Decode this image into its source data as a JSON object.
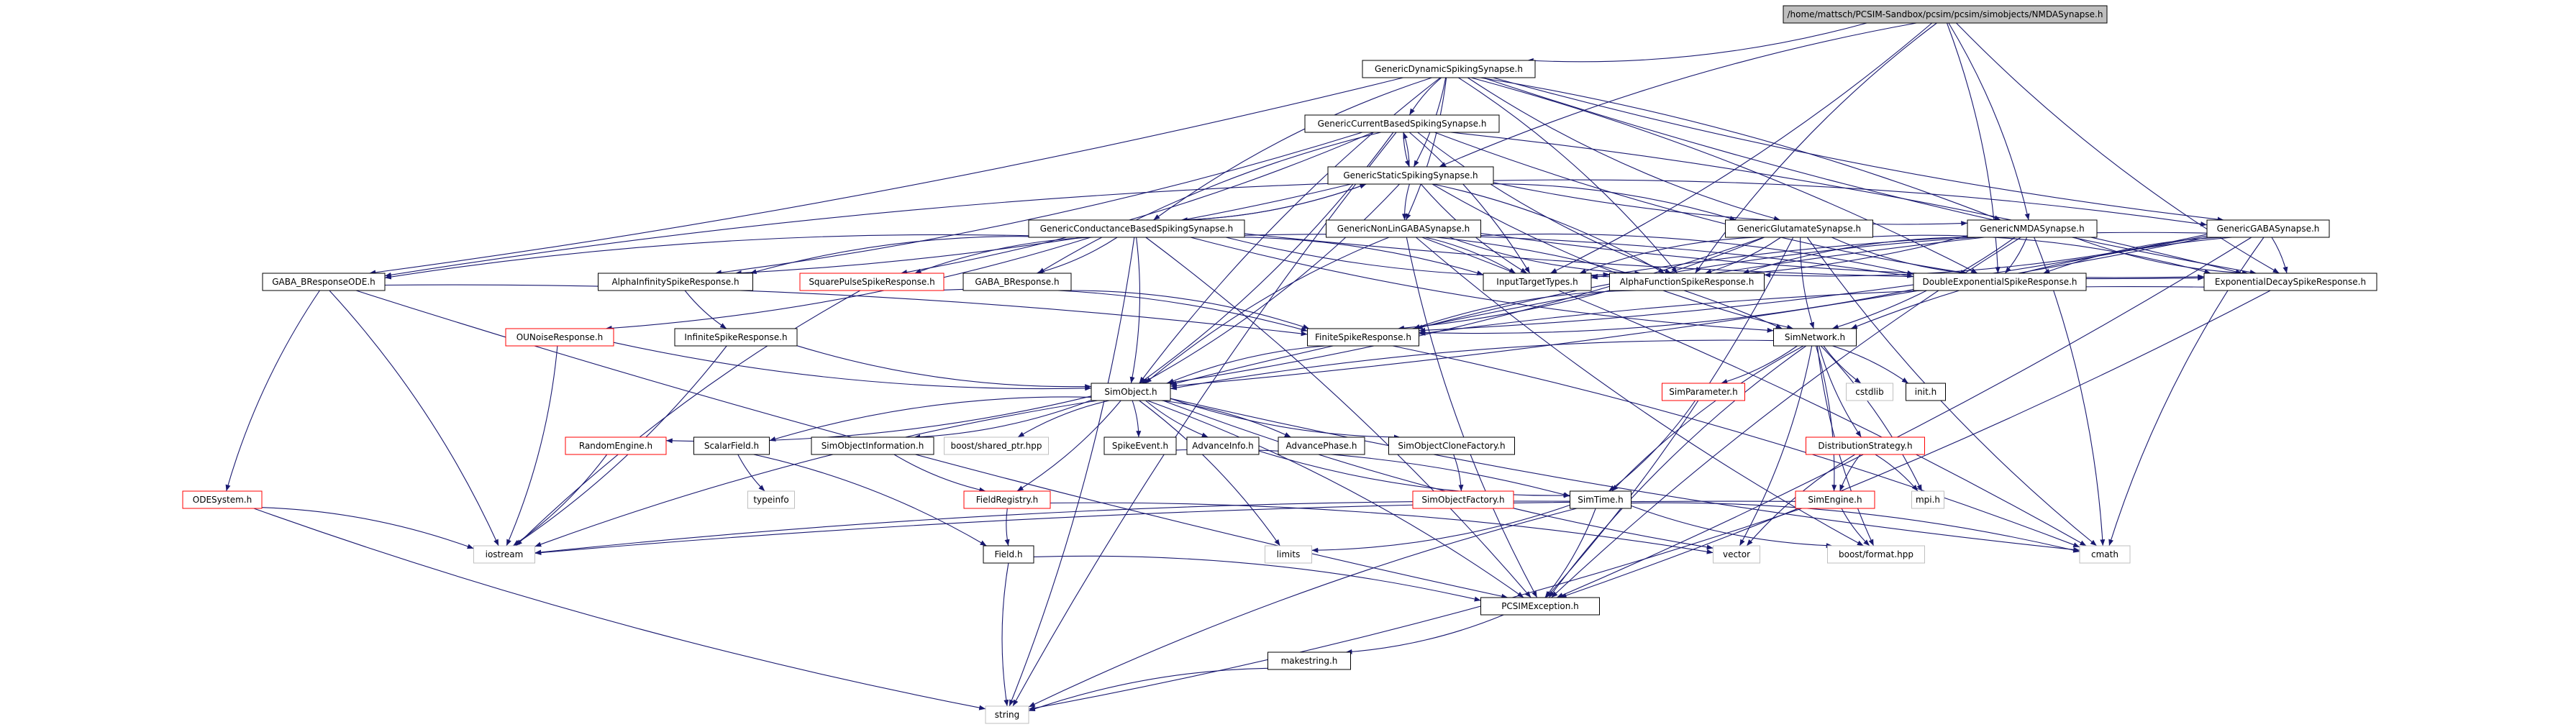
{
  "nodes": [
    {
      "id": "root",
      "label": "/home/mattsch/PCSIM-Sandbox/pcsim/pcsim/simobjects/NMDASynapse.h",
      "kind": "root"
    },
    {
      "id": "gdss",
      "label": "GenericDynamicSpikingSynapse.h",
      "kind": "normal"
    },
    {
      "id": "gcbss",
      "label": "GenericCurrentBasedSpikingSynapse.h",
      "kind": "normal"
    },
    {
      "id": "gsss",
      "label": "GenericStaticSpikingSynapse.h",
      "kind": "normal"
    },
    {
      "id": "gcondbss",
      "label": "GenericConductanceBasedSpikingSynapse.h",
      "kind": "normal"
    },
    {
      "id": "gnlg",
      "label": "GenericNonLinGABASynapse.h",
      "kind": "normal"
    },
    {
      "id": "gglu",
      "label": "GenericGlutamateSynapse.h",
      "kind": "normal"
    },
    {
      "id": "gnmda",
      "label": "GenericNMDASynapse.h",
      "kind": "normal"
    },
    {
      "id": "ggaba",
      "label": "GenericGABASynapse.h",
      "kind": "normal"
    },
    {
      "id": "gababode",
      "label": "GABA_BResponseODE.h",
      "kind": "normal"
    },
    {
      "id": "alphainf",
      "label": "AlphaInfinitySpikeResponse.h",
      "kind": "normal"
    },
    {
      "id": "sqpulse",
      "label": "SquarePulseSpikeResponse.h",
      "kind": "red"
    },
    {
      "id": "gababresp",
      "label": "GABA_BResponse.h",
      "kind": "normal"
    },
    {
      "id": "inputtt",
      "label": "InputTargetTypes.h",
      "kind": "normal"
    },
    {
      "id": "alphafn",
      "label": "AlphaFunctionSpikeResponse.h",
      "kind": "normal"
    },
    {
      "id": "dblexp",
      "label": "DoubleExponentialSpikeResponse.h",
      "kind": "normal"
    },
    {
      "id": "expdecay",
      "label": "ExponentialDecaySpikeResponse.h",
      "kind": "normal"
    },
    {
      "id": "ounoise",
      "label": "OUNoiseResponse.h",
      "kind": "red"
    },
    {
      "id": "infspike",
      "label": "InfiniteSpikeResponse.h",
      "kind": "normal"
    },
    {
      "id": "finite",
      "label": "FiniteSpikeResponse.h",
      "kind": "normal"
    },
    {
      "id": "simnet",
      "label": "SimNetwork.h",
      "kind": "normal"
    },
    {
      "id": "simobj",
      "label": "SimObject.h",
      "kind": "normal"
    },
    {
      "id": "simparam",
      "label": "SimParameter.h",
      "kind": "red"
    },
    {
      "id": "cstdlib",
      "label": "cstdlib",
      "kind": "plain"
    },
    {
      "id": "initnode",
      "label": "init.h",
      "kind": "normal"
    },
    {
      "id": "rng",
      "label": "RandomEngine.h",
      "kind": "red"
    },
    {
      "id": "scalarf",
      "label": "ScalarField.h",
      "kind": "normal"
    },
    {
      "id": "simobjinfo",
      "label": "SimObjectInformation.h",
      "kind": "normal"
    },
    {
      "id": "sharedptr",
      "label": "boost/shared_ptr.hpp",
      "kind": "plain"
    },
    {
      "id": "spikeev",
      "label": "SpikeEvent.h",
      "kind": "normal"
    },
    {
      "id": "advinfo",
      "label": "AdvanceInfo.h",
      "kind": "normal"
    },
    {
      "id": "advphase",
      "label": "AdvancePhase.h",
      "kind": "normal"
    },
    {
      "id": "clonefac",
      "label": "SimObjectCloneFactory.h",
      "kind": "normal"
    },
    {
      "id": "diststrat",
      "label": "DistributionStrategy.h",
      "kind": "red"
    },
    {
      "id": "typeinfo",
      "label": "typeinfo",
      "kind": "plain"
    },
    {
      "id": "fieldreg",
      "label": "FieldRegistry.h",
      "kind": "red"
    },
    {
      "id": "simobjfac",
      "label": "SimObjectFactory.h",
      "kind": "red"
    },
    {
      "id": "simtime",
      "label": "SimTime.h",
      "kind": "normal"
    },
    {
      "id": "simengine",
      "label": "SimEngine.h",
      "kind": "red"
    },
    {
      "id": "mpi",
      "label": "mpi.h",
      "kind": "plain"
    },
    {
      "id": "odesys",
      "label": "ODESystem.h",
      "kind": "red"
    },
    {
      "id": "iostream",
      "label": "iostream",
      "kind": "plain"
    },
    {
      "id": "field",
      "label": "Field.h",
      "kind": "normal"
    },
    {
      "id": "limits",
      "label": "limits",
      "kind": "plain"
    },
    {
      "id": "vector",
      "label": "vector",
      "kind": "plain"
    },
    {
      "id": "boostfmt",
      "label": "boost/format.hpp",
      "kind": "plain"
    },
    {
      "id": "cmath",
      "label": "cmath",
      "kind": "plain"
    },
    {
      "id": "pcsimexc",
      "label": "PCSIMException.h",
      "kind": "normal"
    },
    {
      "id": "makestr",
      "label": "makestring.h",
      "kind": "normal"
    },
    {
      "id": "string",
      "label": "string",
      "kind": "plain"
    }
  ],
  "edges": [
    [
      "root",
      "gdss"
    ],
    [
      "root",
      "gsss"
    ],
    [
      "root",
      "gnmda"
    ],
    [
      "root",
      "alphafn"
    ],
    [
      "root",
      "dblexp"
    ],
    [
      "root",
      "expdecay"
    ],
    [
      "root",
      "inputtt"
    ],
    [
      "gdss",
      "gcbss"
    ],
    [
      "gdss",
      "gsss"
    ],
    [
      "gdss",
      "gcondbss"
    ],
    [
      "gdss",
      "gnlg"
    ],
    [
      "gdss",
      "gglu"
    ],
    [
      "gdss",
      "gnmda"
    ],
    [
      "gdss",
      "ggaba"
    ],
    [
      "gdss",
      "gababode"
    ],
    [
      "gdss",
      "simobj"
    ],
    [
      "gdss",
      "alphafn"
    ],
    [
      "gdss",
      "expdecay"
    ],
    [
      "gdss",
      "dblexp"
    ],
    [
      "gcbss",
      "gsss"
    ],
    [
      "gcbss",
      "alphainf"
    ],
    [
      "gcbss",
      "gababresp"
    ],
    [
      "gcbss",
      "sqpulse"
    ],
    [
      "gcbss",
      "alphafn"
    ],
    [
      "gcbss",
      "expdecay"
    ],
    [
      "gcbss",
      "dblexp"
    ],
    [
      "gcbss",
      "simobj"
    ],
    [
      "gcbss",
      "string"
    ],
    [
      "gcbss",
      "inputtt"
    ],
    [
      "gsss",
      "gcbss"
    ],
    [
      "gsss",
      "gcondbss"
    ],
    [
      "gsss",
      "gnlg"
    ],
    [
      "gsss",
      "gglu"
    ],
    [
      "gsss",
      "gnmda"
    ],
    [
      "gsss",
      "ggaba"
    ],
    [
      "gsss",
      "simnet"
    ],
    [
      "gsss",
      "simobj"
    ],
    [
      "gsss",
      "inputtt"
    ],
    [
      "gsss",
      "alphafn"
    ],
    [
      "gsss",
      "gababode"
    ],
    [
      "gsss",
      "alphainf"
    ],
    [
      "gcondbss",
      "gsss"
    ],
    [
      "gcondbss",
      "simobj"
    ],
    [
      "gcondbss",
      "alphainf"
    ],
    [
      "gcondbss",
      "gababresp"
    ],
    [
      "gcondbss",
      "sqpulse"
    ],
    [
      "gcondbss",
      "inputtt"
    ],
    [
      "gcondbss",
      "alphafn"
    ],
    [
      "gcondbss",
      "dblexp"
    ],
    [
      "gcondbss",
      "expdecay"
    ],
    [
      "gcondbss",
      "ounoise"
    ],
    [
      "gcondbss",
      "gababode"
    ],
    [
      "gcondbss",
      "pcsimexc"
    ],
    [
      "gcondbss",
      "simnet"
    ],
    [
      "gcondbss",
      "string"
    ],
    [
      "gnlg",
      "simobj"
    ],
    [
      "gnlg",
      "inputtt"
    ],
    [
      "gnlg",
      "alphafn"
    ],
    [
      "gnlg",
      "dblexp"
    ],
    [
      "gnlg",
      "expdecay"
    ],
    [
      "gnlg",
      "simnet"
    ],
    [
      "gnlg",
      "pcsimexc"
    ],
    [
      "gnlg",
      "cmath"
    ],
    [
      "gnlg",
      "boostfmt"
    ],
    [
      "gglu",
      "simobj"
    ],
    [
      "gglu",
      "inputtt"
    ],
    [
      "gglu",
      "alphafn"
    ],
    [
      "gglu",
      "dblexp"
    ],
    [
      "gglu",
      "expdecay"
    ],
    [
      "gglu",
      "simnet"
    ],
    [
      "gglu",
      "pcsimexc"
    ],
    [
      "gglu",
      "cmath"
    ],
    [
      "gglu",
      "finite"
    ],
    [
      "gnmda",
      "simobj"
    ],
    [
      "gnmda",
      "inputtt"
    ],
    [
      "gnmda",
      "alphafn"
    ],
    [
      "gnmda",
      "dblexp"
    ],
    [
      "gnmda",
      "expdecay"
    ],
    [
      "gnmda",
      "simnet"
    ],
    [
      "gnmda",
      "pcsimexc"
    ],
    [
      "gnmda",
      "cmath"
    ],
    [
      "gnmda",
      "finite"
    ],
    [
      "ggaba",
      "simobj"
    ],
    [
      "ggaba",
      "inputtt"
    ],
    [
      "ggaba",
      "alphafn"
    ],
    [
      "ggaba",
      "dblexp"
    ],
    [
      "ggaba",
      "expdecay"
    ],
    [
      "ggaba",
      "simnet"
    ],
    [
      "ggaba",
      "pcsimexc"
    ],
    [
      "ggaba",
      "cmath"
    ],
    [
      "ggaba",
      "finite"
    ],
    [
      "gababode",
      "odesys"
    ],
    [
      "gababode",
      "iostream"
    ],
    [
      "gababode",
      "pcsimexc"
    ],
    [
      "gababode",
      "finite"
    ],
    [
      "alphainf",
      "infspike"
    ],
    [
      "sqpulse",
      "finite"
    ],
    [
      "sqpulse",
      "iostream"
    ],
    [
      "gababresp",
      "finite"
    ],
    [
      "alphafn",
      "finite"
    ],
    [
      "dblexp",
      "finite"
    ],
    [
      "expdecay",
      "finite"
    ],
    [
      "expdecay",
      "pcsimexc"
    ],
    [
      "ounoise",
      "simobj"
    ],
    [
      "ounoise",
      "iostream"
    ],
    [
      "infspike",
      "simobj"
    ],
    [
      "infspike",
      "iostream"
    ],
    [
      "finite",
      "simobj"
    ],
    [
      "finite",
      "cmath"
    ],
    [
      "simnet",
      "simobj"
    ],
    [
      "simnet",
      "simparam"
    ],
    [
      "simnet",
      "cstdlib"
    ],
    [
      "simnet",
      "initnode"
    ],
    [
      "simnet",
      "diststrat"
    ],
    [
      "simnet",
      "simengine"
    ],
    [
      "simnet",
      "simtime"
    ],
    [
      "simnet",
      "mpi"
    ],
    [
      "simnet",
      "pcsimexc"
    ],
    [
      "simnet",
      "vector"
    ],
    [
      "simnet",
      "boostfmt"
    ],
    [
      "simobj",
      "rng"
    ],
    [
      "simobj",
      "scalarf"
    ],
    [
      "simobj",
      "simobjinfo"
    ],
    [
      "simobj",
      "sharedptr"
    ],
    [
      "simobj",
      "spikeev"
    ],
    [
      "simobj",
      "advinfo"
    ],
    [
      "simobj",
      "advphase"
    ],
    [
      "simobj",
      "clonefac"
    ],
    [
      "simobj",
      "fieldreg"
    ],
    [
      "simobj",
      "iostream"
    ],
    [
      "simobj",
      "limits"
    ],
    [
      "simobj",
      "vector"
    ],
    [
      "simobj",
      "pcsimexc"
    ],
    [
      "simobj",
      "cmath"
    ],
    [
      "simparam",
      "simtime"
    ],
    [
      "diststrat",
      "simengine"
    ],
    [
      "diststrat",
      "mpi"
    ],
    [
      "diststrat",
      "vector"
    ],
    [
      "rng",
      "iostream"
    ],
    [
      "scalarf",
      "typeinfo"
    ],
    [
      "scalarf",
      "field"
    ],
    [
      "simobjinfo",
      "fieldreg"
    ],
    [
      "spikeev",
      "simtime"
    ],
    [
      "advinfo",
      "simtime"
    ],
    [
      "clonefac",
      "simobjfac"
    ],
    [
      "fieldreg",
      "field"
    ],
    [
      "fieldreg",
      "vector"
    ],
    [
      "simtime",
      "iostream"
    ],
    [
      "simtime",
      "limits"
    ],
    [
      "simtime",
      "boostfmt"
    ],
    [
      "simtime",
      "pcsimexc"
    ],
    [
      "simtime",
      "string"
    ],
    [
      "simtime",
      "cmath"
    ],
    [
      "simengine",
      "iostream"
    ],
    [
      "simengine",
      "string"
    ],
    [
      "simengine",
      "boostfmt"
    ],
    [
      "odesys",
      "iostream"
    ],
    [
      "odesys",
      "string"
    ],
    [
      "field",
      "pcsimexc"
    ],
    [
      "field",
      "string"
    ],
    [
      "pcsimexc",
      "makestr"
    ],
    [
      "makestr",
      "string"
    ]
  ]
}
